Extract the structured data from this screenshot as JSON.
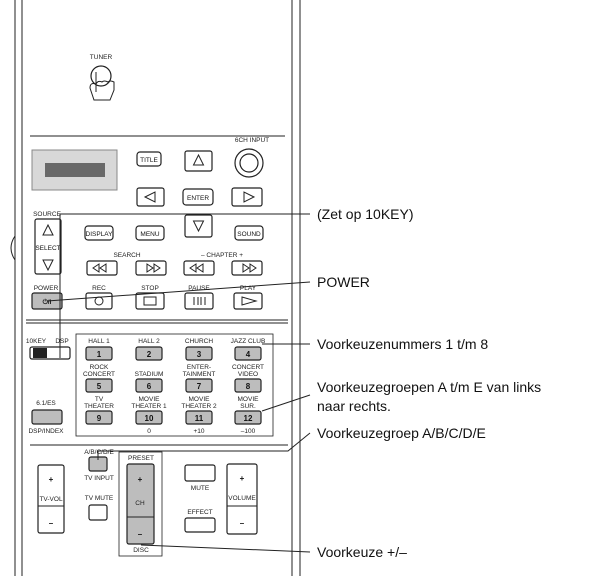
{
  "remote": {
    "tuner_label": "TUNER",
    "input_label": "6CH INPUT",
    "title_btn": "TITLE",
    "enter_btn": "ENTER",
    "source_label": "SOURCE",
    "select_btn": "SELECT",
    "display_btn": "DISPLAY",
    "menu_btn": "MENU",
    "sound_btn": "SOUND",
    "search_label": "SEARCH",
    "chapter_label": "–  CHAPTER  +",
    "transport": [
      "POWER",
      "REC",
      "STOP",
      "PAUSE",
      "PLAY"
    ],
    "switch_labels": [
      "10KEY",
      "DSP"
    ],
    "preset_row1": [
      "HALL 1",
      "HALL 2",
      "CHURCH",
      "JAZZ CLUB"
    ],
    "preset_row2a": [
      "ROCK",
      "STADIUM",
      "ENTER-",
      "CONCERT"
    ],
    "preset_row2b": [
      "CONCERT",
      "",
      "TAINMENT",
      "VIDEO"
    ],
    "preset_row3a": [
      "6.1/ES",
      "TV",
      "MOVIE",
      "MOVIE",
      "MOVIE"
    ],
    "preset_row3b": [
      "",
      "THEATER",
      "THEATER 1",
      "THEATER 2",
      "SUR."
    ],
    "numbers": [
      "1",
      "2",
      "3",
      "4",
      "5",
      "6",
      "7",
      "8",
      "9",
      "10",
      "11",
      "12"
    ],
    "bottom_small": [
      "DSP/INDEX",
      "0",
      "+10",
      "–100"
    ],
    "group_label": "A/B/C/D/E",
    "preset_label": "PRESET",
    "tv_input": "TV INPUT",
    "tv_vol": "TV-VOL",
    "tv_mute": "TV MUTE",
    "ch": "CH",
    "mute": "MUTE",
    "effect": "EFFECT",
    "volume": "VOLUME",
    "disc": "DISC"
  },
  "callouts": {
    "c1": "(Zet op 10KEY)",
    "c2": "POWER",
    "c3": "Voorkeuzenummers 1 t/m 8",
    "c4a": "Voorkeuzegroepen A t/m E van links",
    "c4b": "naar rechts.",
    "c5": "Voorkeuzegroep A/B/C/D/E",
    "c6": "Voorkeuze +/–"
  }
}
